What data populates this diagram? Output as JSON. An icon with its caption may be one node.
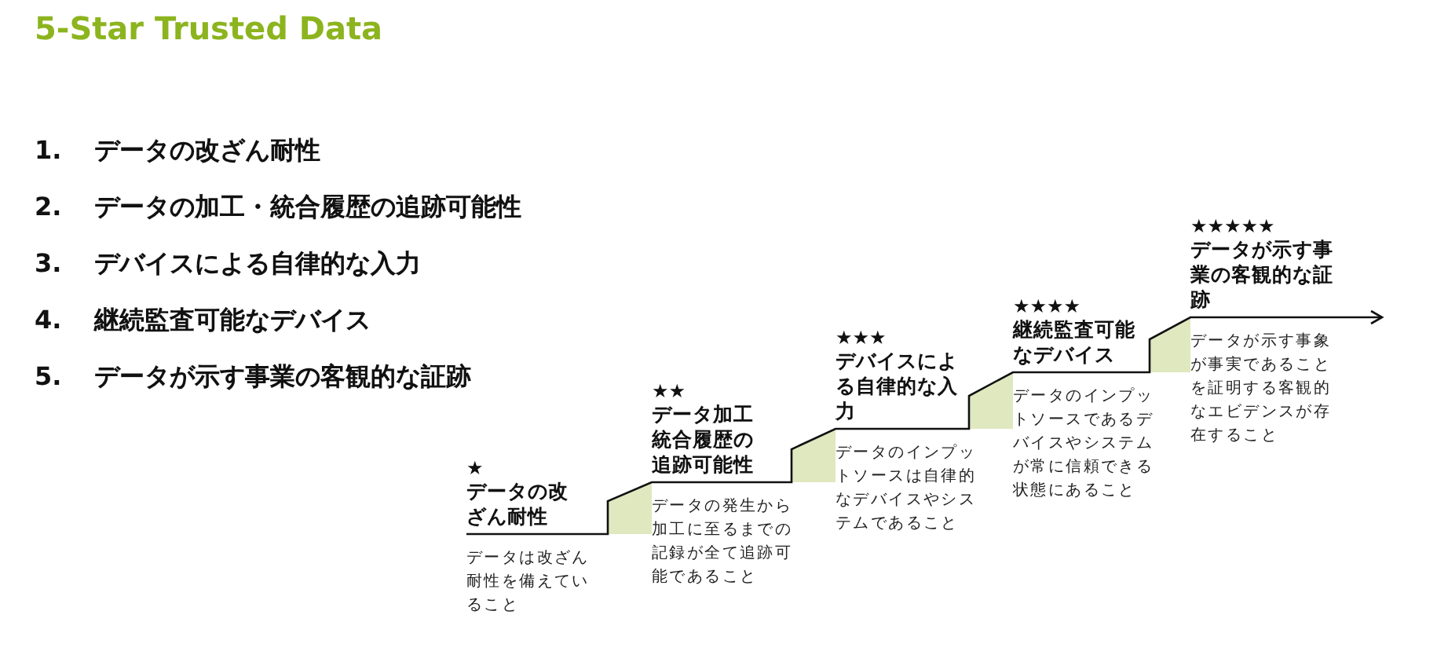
{
  "diagram": {
    "title": "5-Star Trusted Data",
    "nodes": [
      {
        "text": [
          "★",
          "データの改ざん耐性",
          "データは改ざん耐性を備えていること"
        ]
      },
      {
        "text": [
          "★★",
          "データ加工統合履歴の追跡可能性",
          "データの発生から加工に至るまでの記録が全て追跡可能であること"
        ]
      },
      {
        "text": [
          "★★★",
          "デバイスによる自律的な入力",
          "データのインプットソースは自律的なデバイスやシステムであること"
        ]
      },
      {
        "text": [
          "★★★★",
          "継続監査可能なデバイス",
          "データのインプットソースであるデバイスやシステムが常に信頼できる状態にあること"
        ]
      },
      {
        "text": [
          "★★★★★",
          "データが示す事業の客観的な証跡",
          "データが示す事象が事実であることを証明する客観的なエビデンスが存在すること"
        ]
      }
    ],
    "labels": [
      "1.",
      "データの改ざん耐性",
      "2.",
      "データの加工・統合履歴の追跡可能性",
      "3.",
      "デバイスによる自律的な入力",
      "4.",
      "継続監査可能なデバイス",
      "5.",
      "データが示す事業の客観的な証跡"
    ]
  }
}
